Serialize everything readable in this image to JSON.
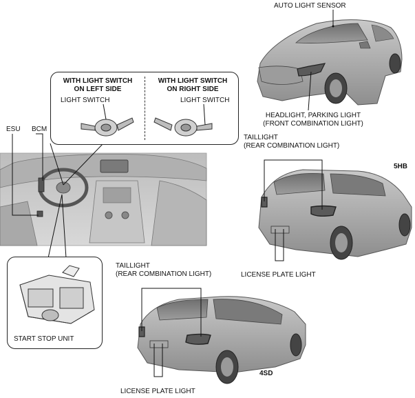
{
  "labels": {
    "auto_light_sensor": "AUTO LIGHT SENSOR",
    "headlight_line1": "HEADLIGHT, PARKING LIGHT",
    "headlight_line2": "(FRONT COMBINATION LIGHT)",
    "taillight_hb_line1": "TAILLIGHT",
    "taillight_hb_line2": "(REAR COMBINATION LIGHT)",
    "variant_hb": "5HB",
    "license_plate_hb": "LICENSE PLATE LIGHT",
    "taillight_sd_line1": "TAILLIGHT",
    "taillight_sd_line2": "(REAR COMBINATION LIGHT)",
    "variant_sd": "4SD",
    "license_plate_sd": "LICENSE PLATE LIGHT",
    "esu": "ESU",
    "bcm": "BCM",
    "start_stop_unit": "START STOP UNIT"
  },
  "callout": {
    "left_title_line1": "WITH LIGHT SWITCH",
    "left_title_line2": "ON LEFT SIDE",
    "left_switch": "LIGHT SWITCH",
    "right_title_line1": "WITH LIGHT SWITCH",
    "right_title_line2": "ON RIGHT SIDE",
    "right_switch": "LIGHT SWITCH"
  }
}
